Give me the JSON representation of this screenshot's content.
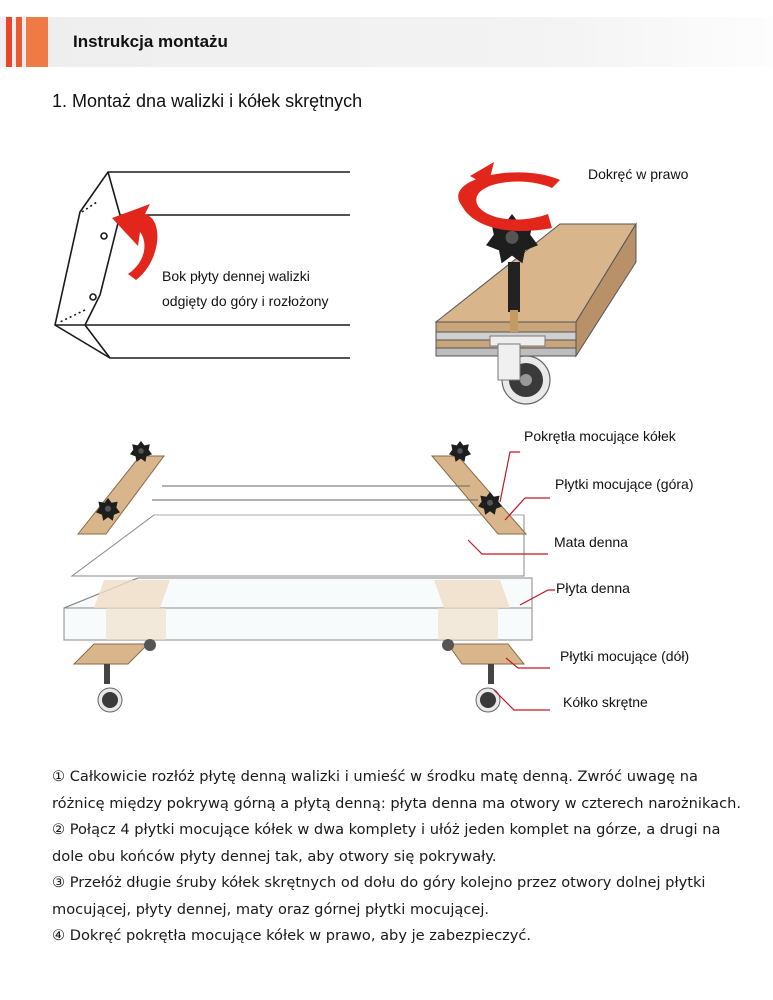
{
  "header": {
    "title": "Instrukcja montażu"
  },
  "section": {
    "title": "1. Montaż dna walizki i kółek skrętnych"
  },
  "figure_top_left": {
    "callout_line1": "Bok płyty dennej walizki",
    "callout_line2": "odgięty do góry i rozłożony"
  },
  "figure_top_right": {
    "callout": "Dokręć w prawo"
  },
  "figure_exploded": {
    "labels": [
      "Pokrętła mocujące kółek",
      "Płytki mocujące (góra)",
      "Mata denna",
      "Płyta denna",
      "Płytki mocujące (dół)",
      "Kółko skrętne"
    ]
  },
  "instructions": {
    "steps": [
      "① Całkowicie rozłóż płytę denną walizki i umieść w środku matę denną. Zwróć uwagę na różnicę między pokrywą górną a płytą denną: płyta denna ma otwory w czterech narożnikach.",
      "② Połącz 4 płytki mocujące kółek w dwa komplety i ułóż jeden komplet na górze, a drugi na dole obu końców płyty dennej tak, aby otwory się pokrywały.",
      "③ Przełóż długie śruby kółek skrętnych od dołu do góry kolejno przez otwory dolnej płytki mocującej, płyty dennej, maty oraz górnej płytki mocującej.",
      "④ Dokręć pokrętła mocujące kółek w prawo, aby je zabezpieczyć."
    ]
  },
  "colors": {
    "accent": "#e8452b",
    "wood": "#d9b58c",
    "arrow": "#e3261c"
  }
}
